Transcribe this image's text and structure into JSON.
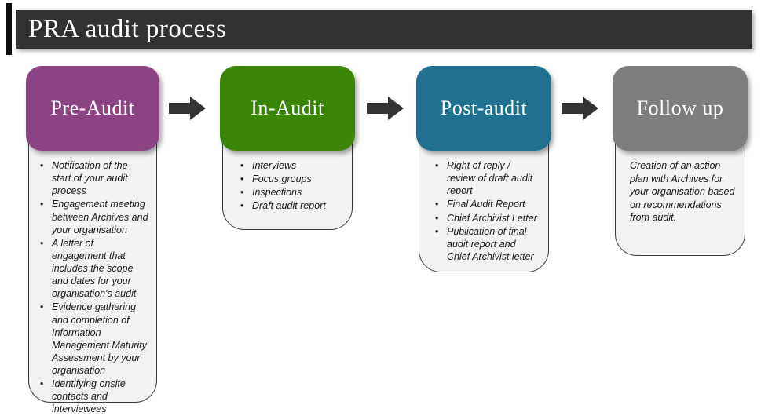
{
  "title": "PRA audit process",
  "colors": {
    "title_bar": "#323232",
    "arrow": "#333333",
    "list_background": "#f2f2f2"
  },
  "stages": [
    {
      "label": "Pre-Audit",
      "color": "#8b4383",
      "items": [
        "Notification of the start of your audit process",
        "Engagement meeting between Archives and your organisation",
        "A letter of engagement that includes the scope and dates for your organisation's audit",
        "Evidence gathering and completion of Information Management Maturity Assessment by your organisation",
        "Identifying onsite contacts and interviewees"
      ]
    },
    {
      "label": "In-Audit",
      "color": "#3a8506",
      "items": [
        "Interviews",
        "Focus groups",
        "Inspections",
        "Draft audit report"
      ]
    },
    {
      "label": "Post-audit",
      "color": "#20718f",
      "items": [
        "Right of reply / review of draft audit report",
        "Final Audit Report",
        "Chief Archivist Letter",
        "Publication of final audit report and Chief Archivist letter"
      ]
    },
    {
      "label": "Follow up",
      "color": "#7d7d7d",
      "items": [],
      "paragraph": "Creation of an action plan with Archives for your organisation based on recommendations from audit."
    }
  ]
}
